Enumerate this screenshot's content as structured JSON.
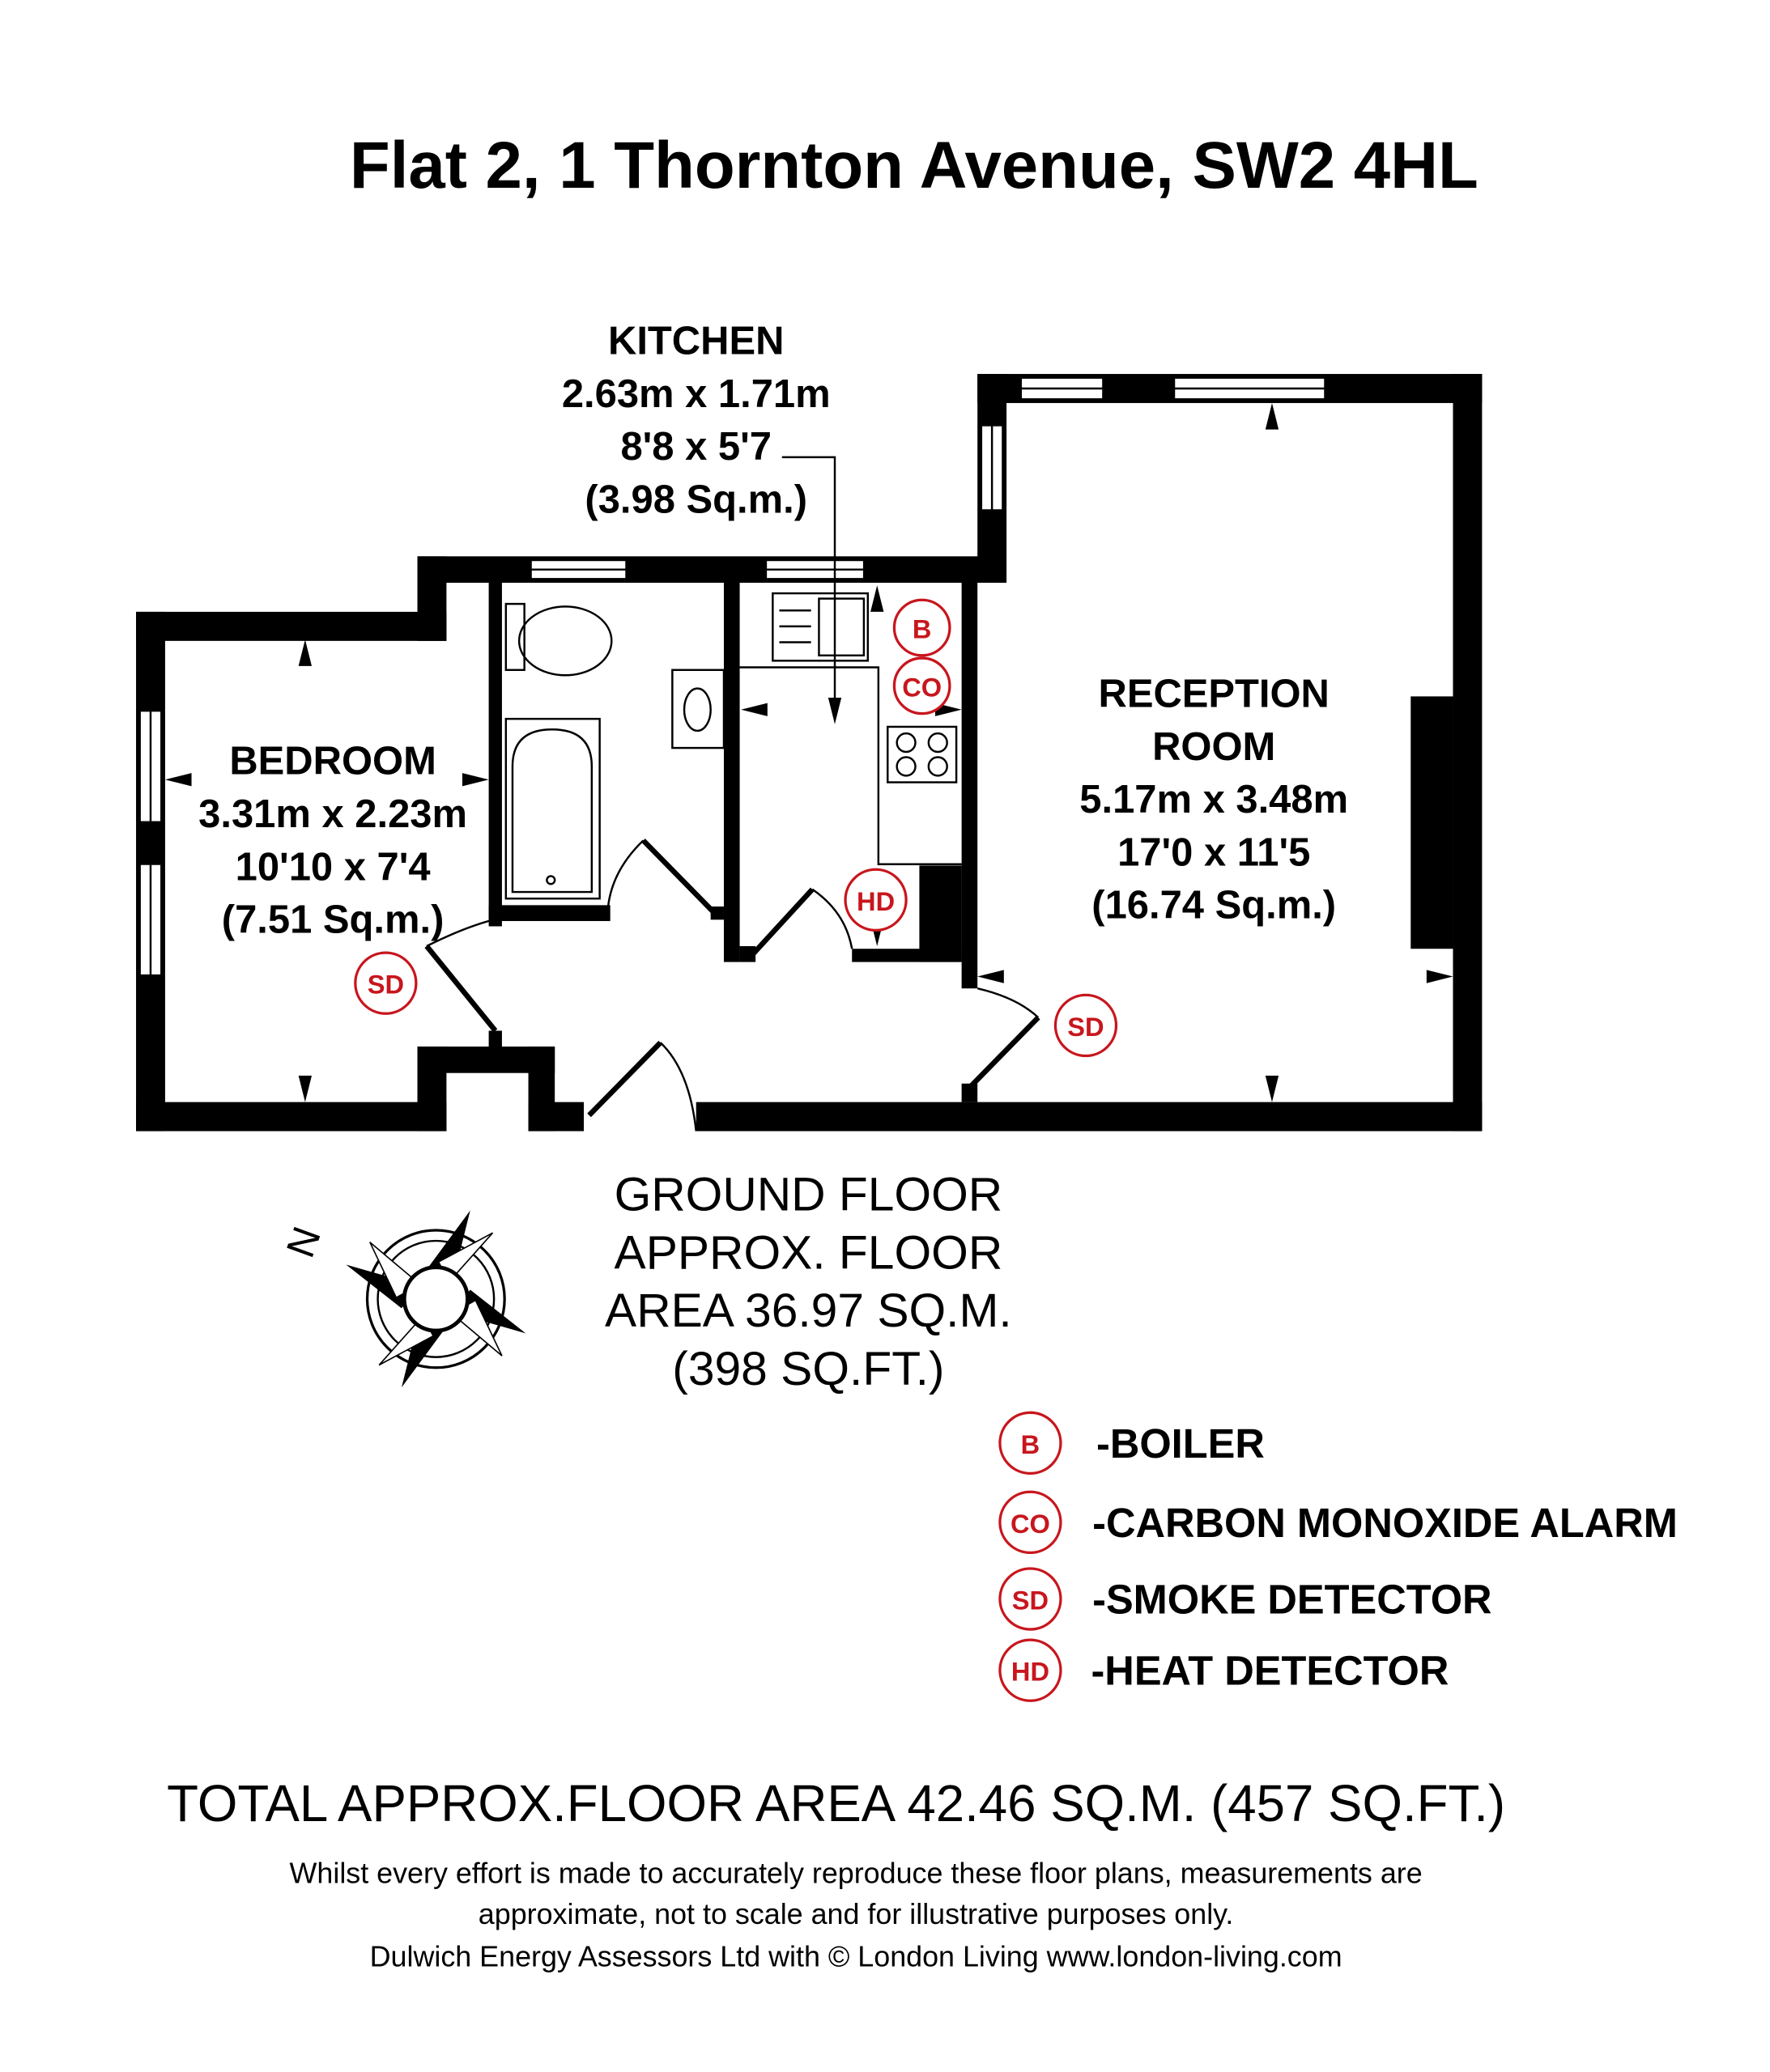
{
  "title": "Flat 2, 1 Thornton Avenue, SW2 4HL",
  "rooms": {
    "kitchen": {
      "name": "KITCHEN",
      "metric": "2.63m x 1.71m",
      "imperial": "8'8 x 5'7",
      "area": "(3.98 Sq.m.)"
    },
    "bedroom": {
      "name": "BEDROOM",
      "metric": "3.31m x 2.23m",
      "imperial": "10'10 x 7'4",
      "area": "(7.51 Sq.m.)"
    },
    "reception": {
      "name1": "RECEPTION",
      "name2": "ROOM",
      "metric": "5.17m x 3.48m",
      "imperial": "17'0 x 11'5",
      "area": "(16.74 Sq.m.)"
    }
  },
  "badges": {
    "b": "B",
    "co": "CO",
    "sd": "SD",
    "hd": "HD"
  },
  "compass": {
    "label": "N"
  },
  "floor": {
    "line1": "GROUND FLOOR",
    "line2": "APPROX. FLOOR",
    "line3": "AREA 36.97 SQ.M.",
    "line4": "(398 SQ.FT.)"
  },
  "legend": [
    {
      "code": "B",
      "label": "-BOILER"
    },
    {
      "code": "CO",
      "label": "-CARBON MONOXIDE ALARM"
    },
    {
      "code": "SD",
      "label": "-SMOKE DETECTOR"
    },
    {
      "code": "HD",
      "label": "-HEAT DETECTOR"
    }
  ],
  "total": "TOTAL APPROX.FLOOR AREA 42.46 SQ.M. (457 SQ.FT.)",
  "disclaimer": {
    "line1": "Whilst every effort is made to accurately reproduce these floor plans, measurements are",
    "line2": "approximate, not to scale and for illustrative purposes only.",
    "line3": "Dulwich Energy Assessors Ltd with © London Living www.london-living.com"
  },
  "colors": {
    "accent": "#c8161d"
  }
}
